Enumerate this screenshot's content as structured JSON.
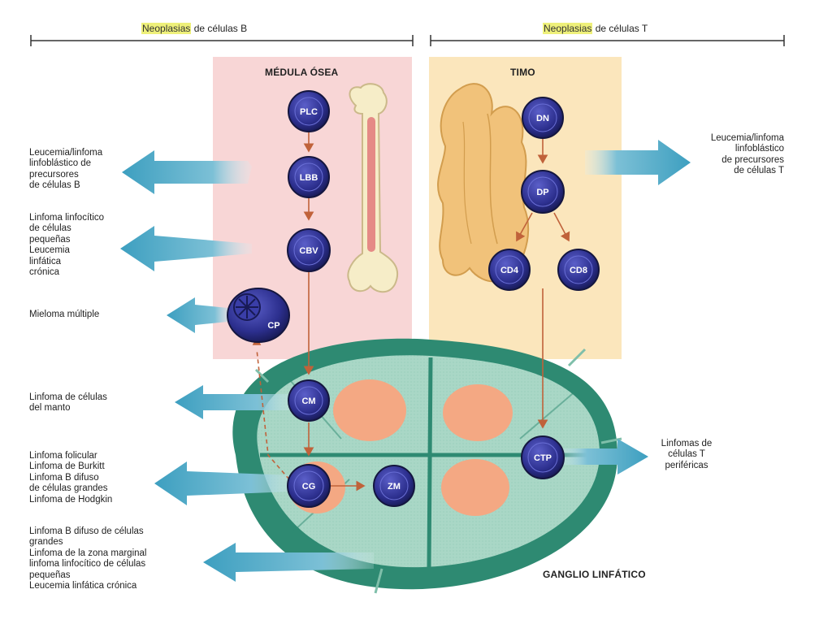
{
  "headers": {
    "b": {
      "highlight": "Neoplasias",
      "rest": "de células B"
    },
    "t": {
      "highlight": "Neoplasias",
      "rest": "de células T"
    }
  },
  "regions": {
    "medula": "MÉDULA ÓSEA",
    "timo": "TIMO",
    "ganglio": "GANGLIO LINFÁTICO"
  },
  "cells": {
    "plc": "PLC",
    "lbb": "LBB",
    "cbv": "CBV",
    "cp": "CP",
    "cm": "CM",
    "cg": "CG",
    "zm": "ZM",
    "dn": "DN",
    "dp": "DP",
    "cd4": "CD4",
    "cd8": "CD8",
    "ctp": "CTP"
  },
  "labels": {
    "b_precursor": "Leucemia/linfoma\nlinfoblástico de\nprecursores\nde células B",
    "small_cell": "Linfoma linfocítico\nde células\npequeñas\nLeucemia\nlinfática\ncrónica",
    "myeloma": "Mieloma múltiple",
    "mantle": "Linfoma de células\ndel manto",
    "follicular": "Linfoma folicular\nLinfoma de Burkitt\nLinfoma B difuso\n   de células grandes\nLinfoma de Hodgkin",
    "marginal": "Linfoma B difuso de células\n   grandes\nLinfoma de la zona marginal\nlinfoma linfocítico de células\n   pequeñas\nLeucemia linfática crónica",
    "t_precursor": "Leucemia/linfoma\nlinfoblástico\nde precursores\nde células T",
    "peripheral": "Linfomas de\ncélulas T\nperiféricas"
  },
  "colors": {
    "marrow_bg": "#f8d6d6",
    "thymus_bg": "#fbe6bc",
    "node_dark": "#2e8a72",
    "node_light": "#a9d7c6",
    "follicle": "#f4a883",
    "cell": "#2c2f8e",
    "arrow": "#4aa6c4",
    "link": "#c0623a"
  }
}
